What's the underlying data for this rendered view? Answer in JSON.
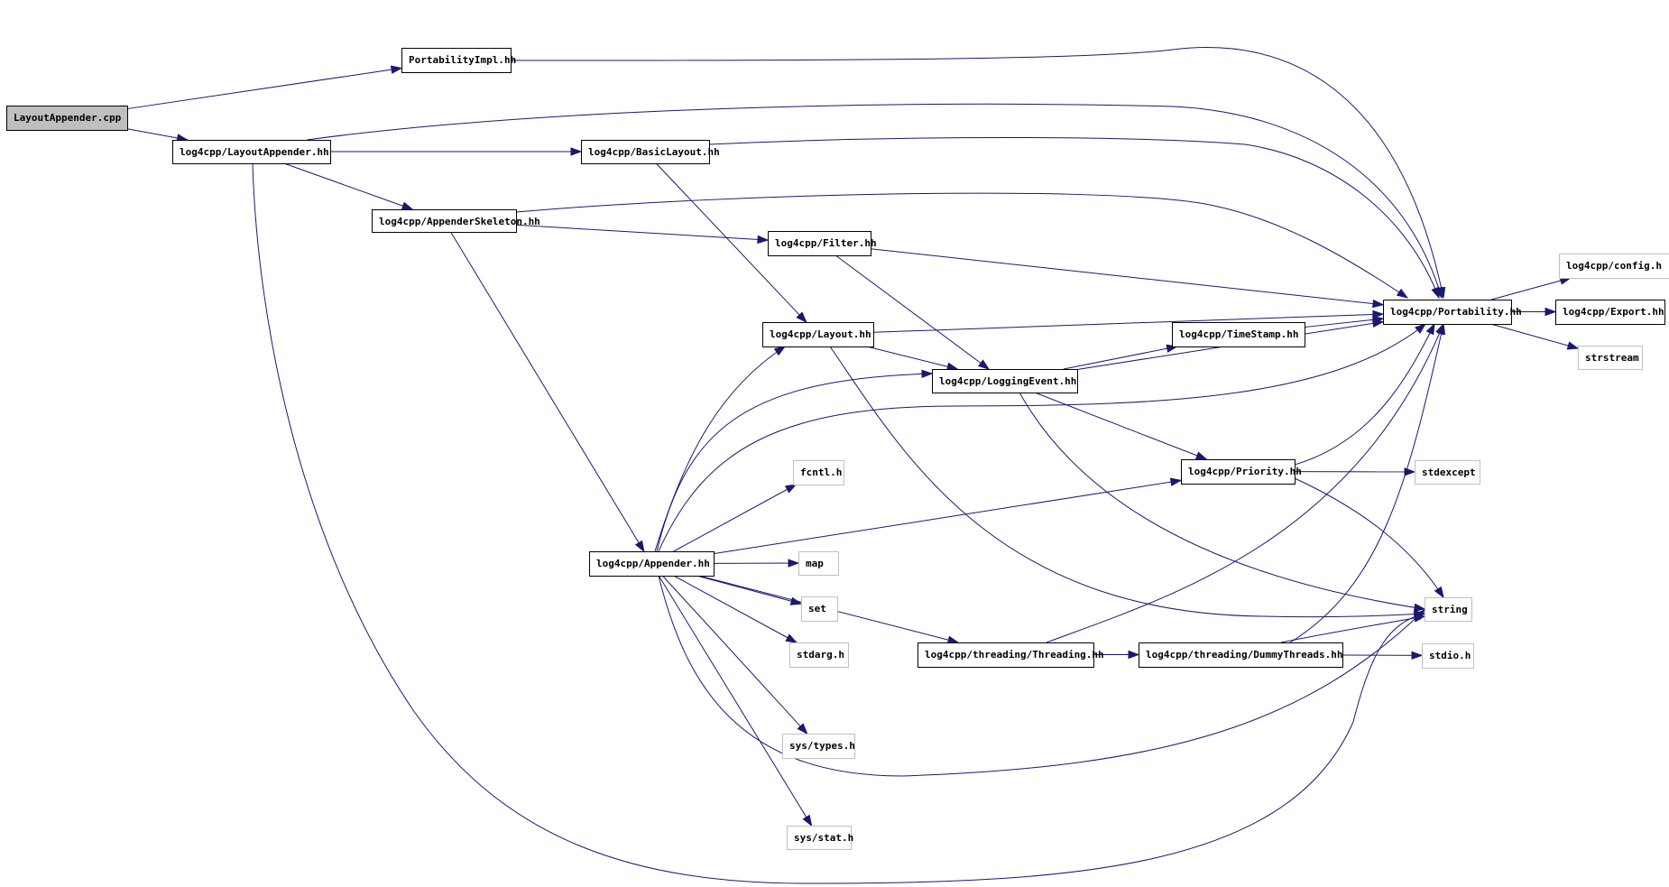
{
  "title": "LayoutAppender.cpp include dependency graph",
  "colors": {
    "edge": "#191970",
    "root_fill": "#bfbfbf",
    "node_border": "#000000",
    "external_border": "#bfbfbf"
  },
  "nodes": [
    {
      "id": "root",
      "label": "LayoutAppender.cpp",
      "kind": "root"
    },
    {
      "id": "pimpl",
      "label": "PortabilityImpl.hh",
      "kind": "internal"
    },
    {
      "id": "lapp",
      "label": "log4cpp/LayoutAppender.hh",
      "kind": "internal"
    },
    {
      "id": "basic",
      "label": "log4cpp/BasicLayout.hh",
      "kind": "internal"
    },
    {
      "id": "skel",
      "label": "log4cpp/AppenderSkeleton.hh",
      "kind": "internal"
    },
    {
      "id": "filter",
      "label": "log4cpp/Filter.hh",
      "kind": "internal"
    },
    {
      "id": "layout",
      "label": "log4cpp/Layout.hh",
      "kind": "internal"
    },
    {
      "id": "levent",
      "label": "log4cpp/LoggingEvent.hh",
      "kind": "internal"
    },
    {
      "id": "tstamp",
      "label": "log4cpp/TimeStamp.hh",
      "kind": "internal"
    },
    {
      "id": "port",
      "label": "log4cpp/Portability.hh",
      "kind": "internal"
    },
    {
      "id": "config",
      "label": "log4cpp/config.h",
      "kind": "external"
    },
    {
      "id": "export",
      "label": "log4cpp/Export.hh",
      "kind": "internal"
    },
    {
      "id": "strstream",
      "label": "strstream",
      "kind": "external"
    },
    {
      "id": "priority",
      "label": "log4cpp/Priority.hh",
      "kind": "internal"
    },
    {
      "id": "stdexcept",
      "label": "stdexcept",
      "kind": "external"
    },
    {
      "id": "fcntl",
      "label": "fcntl.h",
      "kind": "external"
    },
    {
      "id": "appender",
      "label": "log4cpp/Appender.hh",
      "kind": "internal"
    },
    {
      "id": "map",
      "label": "map",
      "kind": "external"
    },
    {
      "id": "set",
      "label": "set",
      "kind": "external"
    },
    {
      "id": "stdarg",
      "label": "stdarg.h",
      "kind": "external"
    },
    {
      "id": "threading",
      "label": "log4cpp/threading/Threading.hh",
      "kind": "internal"
    },
    {
      "id": "dummy",
      "label": "log4cpp/threading/DummyThreads.hh",
      "kind": "internal"
    },
    {
      "id": "stdio",
      "label": "stdio.h",
      "kind": "external"
    },
    {
      "id": "string",
      "label": "string",
      "kind": "external"
    },
    {
      "id": "systypes",
      "label": "sys/types.h",
      "kind": "external"
    },
    {
      "id": "sysstat",
      "label": "sys/stat.h",
      "kind": "external"
    }
  ],
  "edges": [
    [
      "root",
      "pimpl"
    ],
    [
      "root",
      "lapp"
    ],
    [
      "pimpl",
      "port"
    ],
    [
      "lapp",
      "port"
    ],
    [
      "lapp",
      "basic"
    ],
    [
      "lapp",
      "skel"
    ],
    [
      "lapp",
      "string"
    ],
    [
      "basic",
      "port"
    ],
    [
      "basic",
      "layout"
    ],
    [
      "skel",
      "port"
    ],
    [
      "skel",
      "filter"
    ],
    [
      "skel",
      "appender"
    ],
    [
      "filter",
      "port"
    ],
    [
      "filter",
      "levent"
    ],
    [
      "layout",
      "port"
    ],
    [
      "layout",
      "levent"
    ],
    [
      "layout",
      "string"
    ],
    [
      "levent",
      "port"
    ],
    [
      "levent",
      "tstamp"
    ],
    [
      "levent",
      "priority"
    ],
    [
      "levent",
      "string"
    ],
    [
      "tstamp",
      "port"
    ],
    [
      "port",
      "config"
    ],
    [
      "port",
      "export"
    ],
    [
      "port",
      "strstream"
    ],
    [
      "priority",
      "port"
    ],
    [
      "priority",
      "stdexcept"
    ],
    [
      "priority",
      "string"
    ],
    [
      "appender",
      "port"
    ],
    [
      "appender",
      "layout"
    ],
    [
      "appender",
      "levent"
    ],
    [
      "appender",
      "priority"
    ],
    [
      "appender",
      "fcntl"
    ],
    [
      "appender",
      "map"
    ],
    [
      "appender",
      "set"
    ],
    [
      "appender",
      "stdarg"
    ],
    [
      "appender",
      "threading"
    ],
    [
      "appender",
      "string"
    ],
    [
      "appender",
      "systypes"
    ],
    [
      "appender",
      "sysstat"
    ],
    [
      "threading",
      "port"
    ],
    [
      "threading",
      "dummy"
    ],
    [
      "dummy",
      "port"
    ],
    [
      "dummy",
      "string"
    ],
    [
      "dummy",
      "stdio"
    ]
  ]
}
